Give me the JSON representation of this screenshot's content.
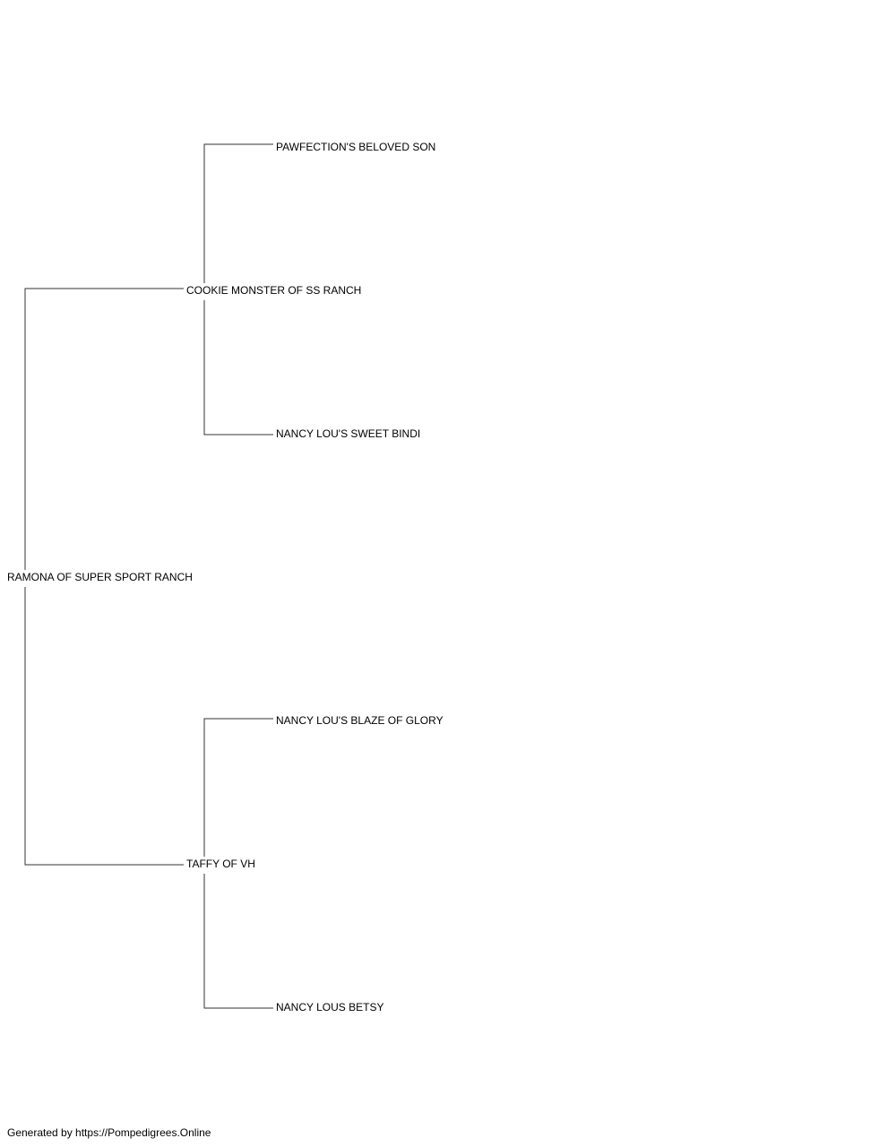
{
  "pedigree": {
    "subject": "RAMONA OF SUPER SPORT RANCH",
    "sire": "COOKIE MONSTER OF SS RANCH",
    "sire_sire": "PAWFECTION'S BELOVED SON",
    "sire_dam": "NANCY LOU'S SWEET BINDI",
    "dam": "TAFFY OF VH",
    "dam_sire": "NANCY LOU'S BLAZE OF GLORY",
    "dam_dam": "NANCY LOUS BETSY"
  },
  "footer": {
    "text": "Generated by https://Pompedigrees.Online"
  },
  "colors": {
    "line": "#000000",
    "text": "#000000",
    "background": "#ffffff"
  }
}
